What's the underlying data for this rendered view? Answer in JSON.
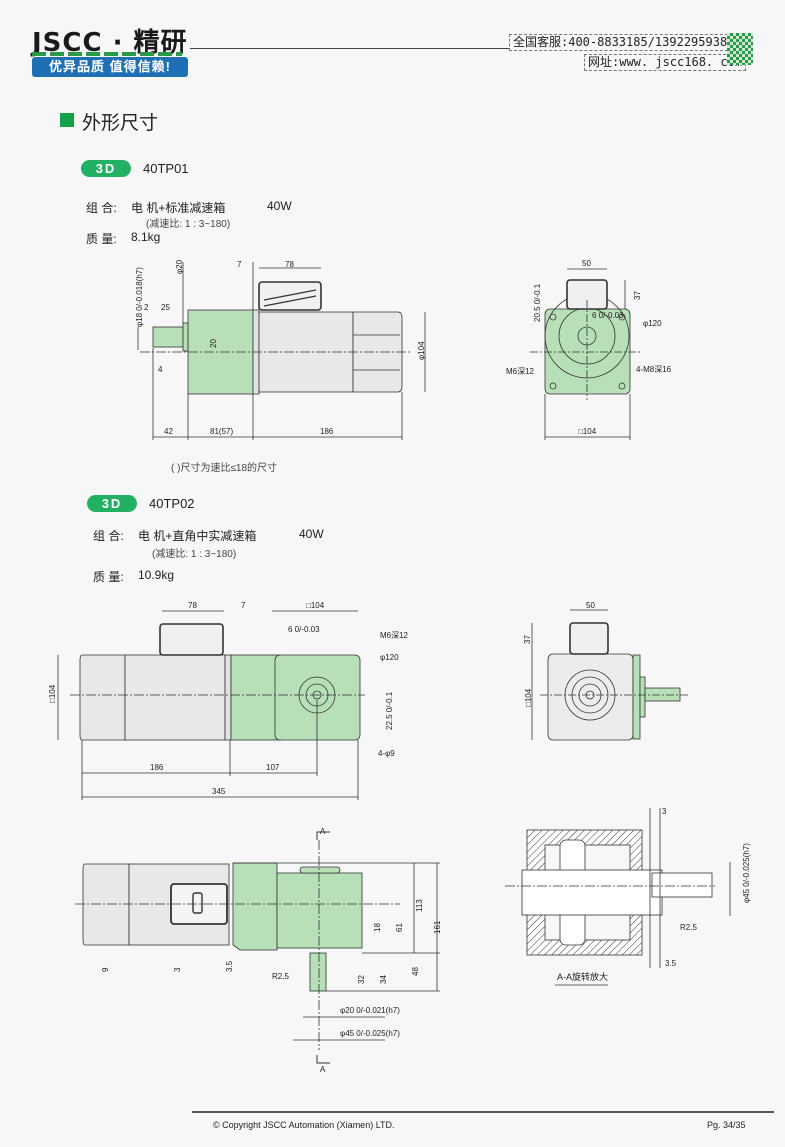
{
  "header": {
    "logo": "JSCC · 精研",
    "slogan": "优异品质 值得信赖!",
    "hotline": "全国客服:400-8833185/13922959386",
    "website": "网址:www. jscc168. com"
  },
  "section_title": "外形尺寸",
  "products": [
    {
      "badge": "3D",
      "model": "40TP01",
      "combo_label": "组 合:",
      "combo": "电 机+标准减速箱",
      "power": "40W",
      "ratio": "(减速比: 1 : 3~180)",
      "mass_label": "质 量:",
      "mass": "8.1kg",
      "note": "( )尺寸为速比≤18的尺寸"
    },
    {
      "badge": "3D",
      "model": "40TP02",
      "combo_label": "组 合:",
      "combo": "电 机+直角中实减速箱",
      "power": "40W",
      "ratio": "(减速比: 1 : 3~180)",
      "mass_label": "质 量:",
      "mass": "10.9kg"
    }
  ],
  "drawings": {
    "d1_side": [
      "φ20",
      "7",
      "78",
      "φ18 0/-0.018(h7)",
      "2",
      "25",
      "20",
      "4",
      "φ104",
      "42",
      "81(57)",
      "186"
    ],
    "d1_end": [
      "50",
      "37",
      "20.5 0/-0.1",
      "6 0/-0.03",
      "φ120",
      "M6深12",
      "4-M8深16",
      "□104"
    ],
    "d2_side": [
      "78",
      "7",
      "□104",
      "6 0/-0.03",
      "M6深12",
      "φ120",
      "□104",
      "22.5 0/-0.1",
      "4-φ9",
      "186",
      "107",
      "345"
    ],
    "d2_end": [
      "50",
      "37",
      "□104"
    ],
    "d2_front": [
      "A",
      "A",
      "9",
      "3",
      "3.5",
      "R2.5",
      "18",
      "61",
      "113",
      "161",
      "32",
      "34",
      "48",
      "φ20 0/-0.021(h7)",
      "φ45 0/-0.025(h7)"
    ],
    "d2_section": [
      "3",
      "φ45 0/-0.025(h7)",
      "R2.5",
      "3.5",
      "A-A旋转放大"
    ]
  },
  "footer": {
    "copyright": "© Copyright JSCC Automation (Xiamen) LTD.",
    "page": "Pg. 34/35"
  },
  "colors": {
    "green_part": "#b8e0b8",
    "brand_green": "#22b062",
    "slogan_blue": "#1f6fb5"
  }
}
